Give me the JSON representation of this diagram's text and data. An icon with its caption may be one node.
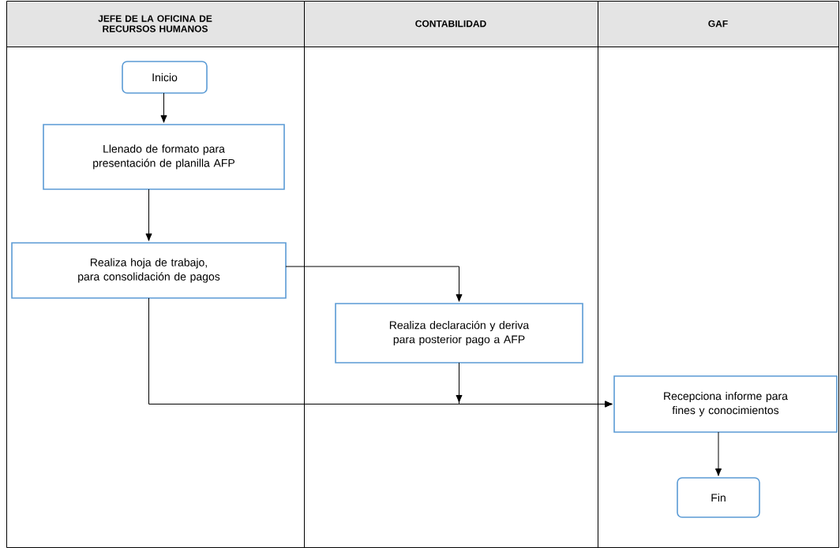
{
  "diagram": {
    "nodes": [
      {
        "text": [
          "JEFE DE LA OFICINA DE RECURSOS HUMANOS"
        ]
      },
      {
        "text": [
          "CONTABILIDAD"
        ]
      },
      {
        "text": [
          "GAF"
        ]
      },
      {
        "text": [
          "Inicio"
        ],
        "in": 0
      },
      {
        "text": [
          "Llenado de formato para presentación de planilla AFP"
        ],
        "in": 0
      },
      {
        "text": [
          "Realiza hoja de trabajo, para consolidación de pagos"
        ],
        "in": 0
      },
      {
        "text": [
          "Realiza declaración y deriva para posterior pago a AFP"
        ],
        "in": 1
      },
      {
        "text": [
          "Recepciona informe para fines y conocimientos"
        ],
        "in": 2
      },
      {
        "text": [
          "Fin"
        ],
        "in": 2
      }
    ],
    "edges": [
      {
        "from": 3,
        "to": 4,
        "arrow": "to"
      },
      {
        "from": 4,
        "to": 5,
        "arrow": "to"
      },
      {
        "from": 5,
        "to": 6,
        "arrow": "to"
      },
      {
        "from": 5,
        "to": 7,
        "arrow": "to"
      },
      {
        "from": 6,
        "to": 7,
        "arrow": "to"
      },
      {
        "from": 7,
        "to": 8,
        "arrow": "to"
      }
    ]
  }
}
